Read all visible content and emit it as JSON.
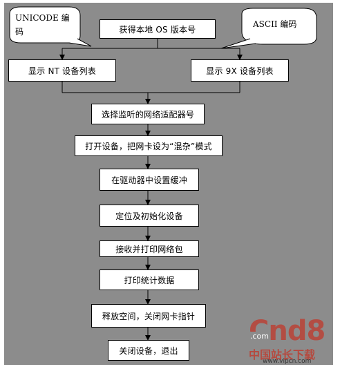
{
  "colors": {
    "background": "#8c8c8c",
    "box_fill": "#ffffff",
    "line": "#000000",
    "watermark_red": "#c0392b"
  },
  "callouts": {
    "left": {
      "line1": "UNICODE 编",
      "line2": "码"
    },
    "right": {
      "label": "ASCII 编码"
    }
  },
  "nodes": [
    {
      "id": "get_os_version",
      "label": "获得本地 OS 版本号"
    },
    {
      "id": "show_nt",
      "label": "显示 NT 设备列表"
    },
    {
      "id": "show_9x",
      "label": "显示 9X 设备列表"
    },
    {
      "id": "select_adapter",
      "label": "选择监听的网络适配器号"
    },
    {
      "id": "open_device",
      "label": "打开设备，把网卡设为“混杂”模式"
    },
    {
      "id": "set_buffer",
      "label": "在驱动器中设置缓冲"
    },
    {
      "id": "locate_init",
      "label": "定位及初始化设备"
    },
    {
      "id": "receive_print",
      "label": "接收并打印网络包"
    },
    {
      "id": "print_stats",
      "label": "打印统计数据"
    },
    {
      "id": "release",
      "label": "释放空间，关闭网卡指针"
    },
    {
      "id": "close_exit",
      "label": "关闭设备，退出"
    }
  ],
  "watermark": {
    "brand": "Cnd8",
    "domain": ".com",
    "cn_text": "中国站长下载",
    "url": "www.vipcn.com"
  }
}
